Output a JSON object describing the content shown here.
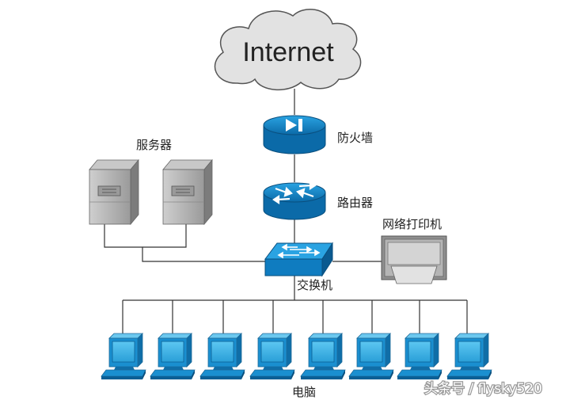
{
  "labels": {
    "internet": "Internet",
    "firewall": "防火墙",
    "servers": "服务器",
    "router": "路由器",
    "printer": "网络打印机",
    "switch": "交换机",
    "computers": "电脑"
  },
  "watermark": "头条号 / flysky520",
  "colors": {
    "device_blue": "#1a8fd0",
    "device_blue_dark": "#0b5f95",
    "screen_blue": "#39b4ea",
    "cloud_gray": "#e2e2e2",
    "server_gray": "#a8a8a8",
    "line": "#333333"
  },
  "computers": [
    1,
    2,
    3,
    4,
    5,
    6,
    7,
    8
  ]
}
